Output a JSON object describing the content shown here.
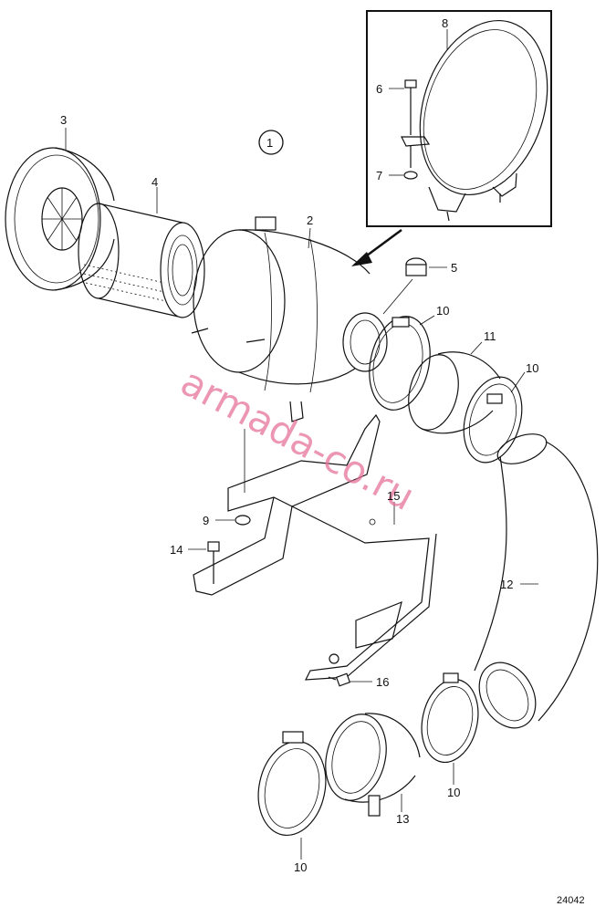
{
  "diagram": {
    "group_marker": "1",
    "drawing_number": "24042",
    "watermark": "armada-co.ru",
    "colors": {
      "line": "#111111",
      "watermark": "#e6739a",
      "background": "#ffffff"
    },
    "callouts": [
      {
        "id": "c3",
        "text": "3"
      },
      {
        "id": "c4",
        "text": "4"
      },
      {
        "id": "c2",
        "text": "2"
      },
      {
        "id": "c5",
        "text": "5"
      },
      {
        "id": "c6",
        "text": "6"
      },
      {
        "id": "c7",
        "text": "7"
      },
      {
        "id": "c8",
        "text": "8"
      },
      {
        "id": "c10a",
        "text": "10"
      },
      {
        "id": "c11",
        "text": "11"
      },
      {
        "id": "c10b",
        "text": "10"
      },
      {
        "id": "c15",
        "text": "15"
      },
      {
        "id": "c9",
        "text": "9"
      },
      {
        "id": "c14",
        "text": "14"
      },
      {
        "id": "c12",
        "text": "12"
      },
      {
        "id": "c16",
        "text": "16"
      },
      {
        "id": "c10c",
        "text": "10"
      },
      {
        "id": "c13",
        "text": "13"
      },
      {
        "id": "c10d",
        "text": "10"
      }
    ]
  }
}
